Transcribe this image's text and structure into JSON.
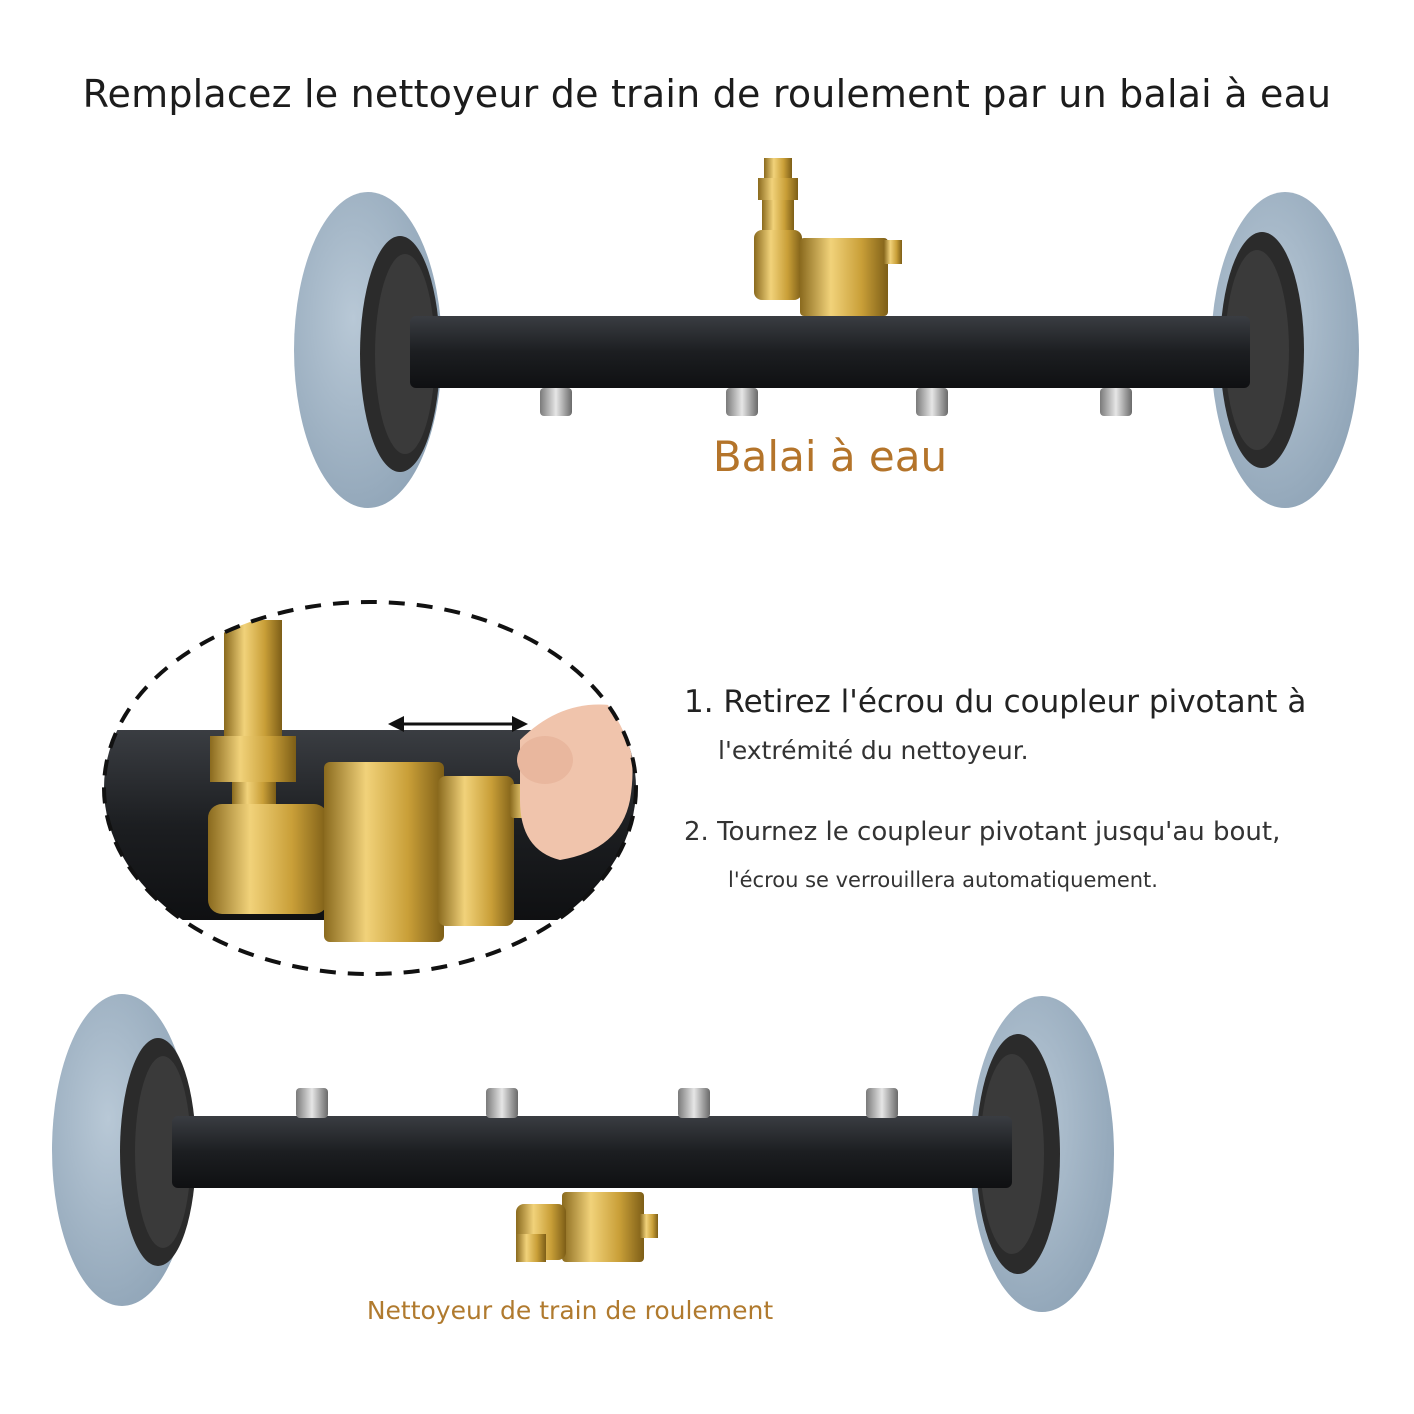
{
  "title": "Remplacez le nettoyeur de train de roulement par un balai à eau",
  "labels": {
    "water_broom": "Balai à eau",
    "undercarriage_cleaner": "Nettoyeur de train de roulement"
  },
  "steps": [
    {
      "main": "1. Retirez l'écrou du coupleur pivotant à",
      "sub": "l'extrémité du nettoyeur."
    },
    {
      "main": "2. Tournez le coupleur pivotant jusqu'au bout,",
      "sub": "l'écrou se verrouillera automatiquement."
    }
  ],
  "colors": {
    "wheel_tire": "#9fb2c4",
    "bar": "#1f2124",
    "brass": "#c9a13c",
    "label_accent": "#b4742a"
  },
  "icons": {
    "arrow": "double-arrow-icon",
    "finger": "finger-icon"
  }
}
